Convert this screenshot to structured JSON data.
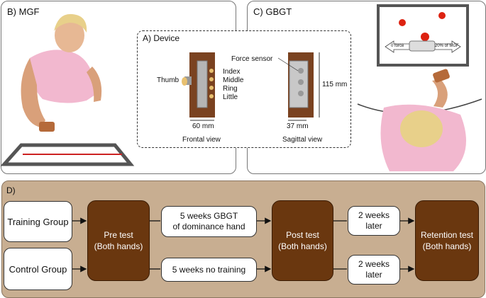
{
  "panels": {
    "mgf": {
      "title": "B) MGF"
    },
    "gbgt": {
      "title": "C) GBGT"
    },
    "device": {
      "title": "A) Device",
      "labels": {
        "force_sensor": "Force sensor",
        "thumb": "Thumb",
        "index": "Index",
        "middle": "Middle",
        "ring": "Ring",
        "little": "Little",
        "width_frontal": "60 mm",
        "height": "115 mm",
        "width_sagittal": "37 mm",
        "frontal_view": "Frontal view",
        "sagittal_view": "Sagittal view"
      }
    },
    "screen": {
      "left_label": "0 force",
      "right_label": "20% of MGF"
    }
  },
  "flow": {
    "title": "D)",
    "training_group": "Training Group",
    "control_group": "Control Group",
    "pre_test": "Pre test\n(Both hands)",
    "training_desc": "5 weeks GBGT\nof dominance hand",
    "control_desc": "5 weeks no training",
    "post_test": "Post test\n(Both hands)",
    "weeks_later_top": "2 weeks\nlater",
    "weeks_later_bottom": "2 weeks\nlater",
    "retention_test": "Retention test\n(Both hands)"
  }
}
